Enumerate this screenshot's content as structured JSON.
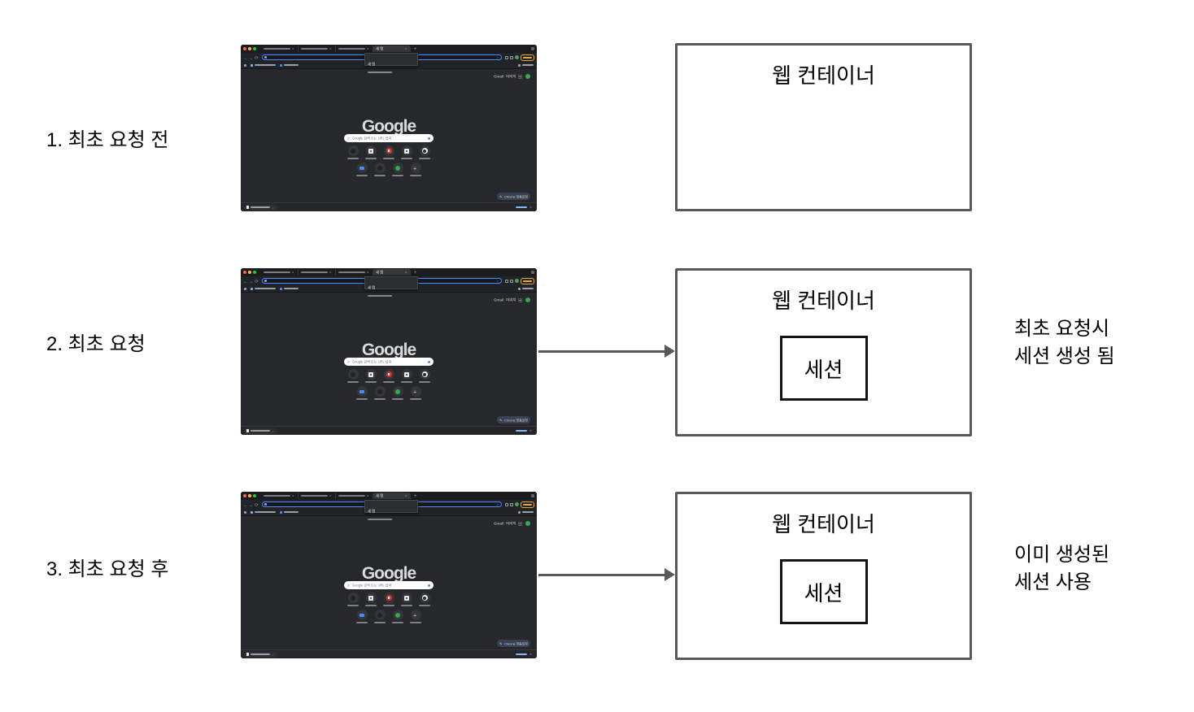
{
  "diagram": {
    "rows": [
      {
        "label": "1. 최초 요청 전",
        "container_title": "웹 컨테이너"
      },
      {
        "label": "2. 최초 요청",
        "container_title": "웹 컨테이너",
        "session_label": "세션",
        "annotation": [
          "최초 요청시",
          "세션 생성 됨"
        ]
      },
      {
        "label": "3. 최초 요청 후",
        "container_title": "웹 컨테이너",
        "session_label": "세션",
        "annotation": [
          "이미 생성된",
          "세션 사용"
        ]
      }
    ],
    "colors": {
      "box_border": "#595959",
      "session_border": "#141414",
      "arrow": "#595959"
    }
  },
  "browser": {
    "active_tab_title": "새 탭",
    "tooltip_title": "새 탭",
    "logo": "Google",
    "search_placeholder": "Google 검색 또는 URL 입력",
    "gmail_label": "Gmail",
    "images_label": "이미지",
    "customize_label": "Chrome 맞춤설정",
    "glyphs": {
      "close": "×",
      "new_tab": "+",
      "back": "←",
      "forward": "→",
      "reload": "⟳",
      "star": "☆",
      "search": "⌕",
      "chevron_down": "⌄",
      "pencil": "✎",
      "plus": "+"
    },
    "colors": {
      "traffic_red": "#ff5f57",
      "traffic_yellow": "#febc2e",
      "traffic_green": "#28c840",
      "dark_bg": "#26282c",
      "tabstrip_bg": "#1a1c1f",
      "toolbar_bg": "#202327",
      "accent_blue": "#4d8bf8",
      "youtube_red": "#e23027",
      "shortcut_green": "#34a853",
      "avatar_green": "#3aa757",
      "update_orange": "#e8a33d"
    }
  }
}
